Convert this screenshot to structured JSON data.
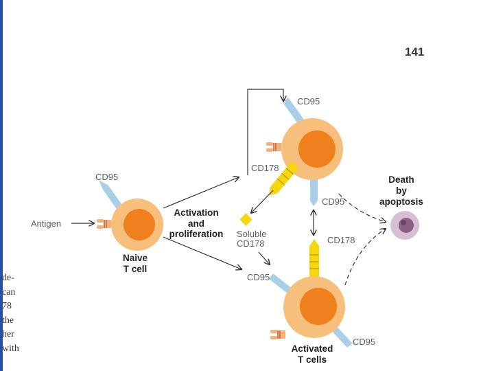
{
  "page": {
    "number": "141"
  },
  "margin_text": [
    "de-",
    "can",
    "78",
    "the",
    "her",
    "with"
  ],
  "labels": {
    "cd95_naive": "CD95",
    "antigen": "Antigen",
    "naive_title": [
      "Naive",
      "T cell"
    ],
    "activation": [
      "Activation",
      "and",
      "proliferation"
    ],
    "cd95_top": "CD95",
    "cd178_top": "CD178",
    "soluble": [
      "Soluble",
      "CD178"
    ],
    "cd95_mid": "CD95",
    "cd178_mid": "CD178",
    "cd95_bottom_left": "CD95",
    "cd95_bottom_right": "CD95",
    "activated_title": [
      "Activated",
      "T cells"
    ],
    "death": [
      "Death",
      "by",
      "apoptosis"
    ]
  },
  "colors": {
    "cell_outer": "#f6c07c",
    "cell_inner": "#f07f1e",
    "receptor_cd95": "#a9cfe8",
    "ligand_cd178": "#f6d60c",
    "antigen_receptor": "#f4b27a",
    "apoptotic_outer": "#d7bfd3",
    "apoptotic_inner": "#8a5f86",
    "arrow": "#333333"
  }
}
